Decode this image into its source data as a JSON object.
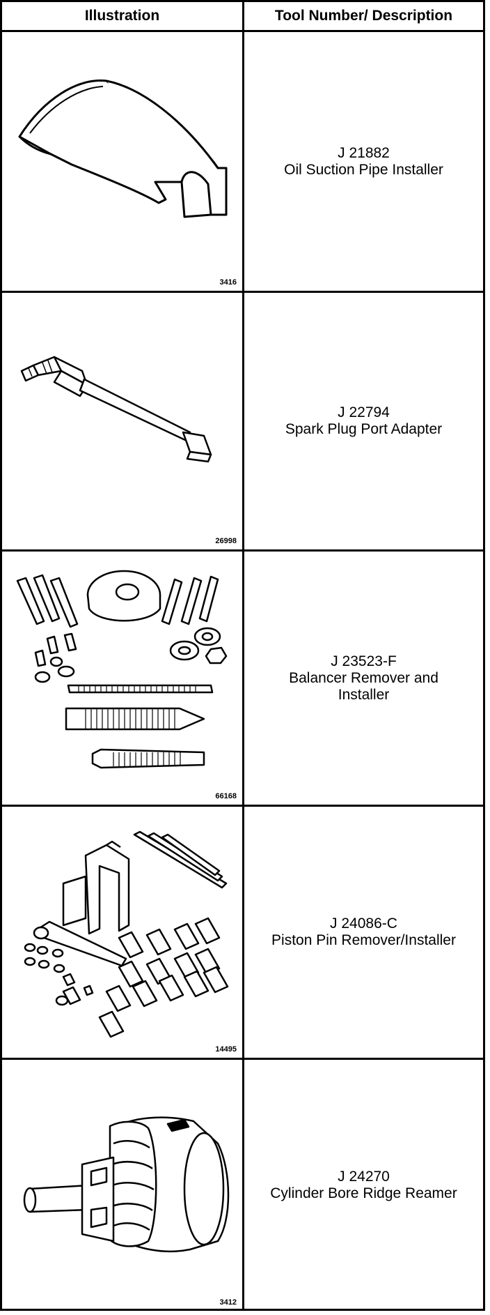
{
  "header": {
    "illustration": "Illustration",
    "tool": "Tool Number/ Description"
  },
  "rows": [
    {
      "fig": "3416",
      "number": "J 21882",
      "desc1": "Oil Suction Pipe Installer",
      "desc2": ""
    },
    {
      "fig": "26998",
      "number": "J 22794",
      "desc1": "Spark Plug Port Adapter",
      "desc2": ""
    },
    {
      "fig": "66168",
      "number": "J 23523-F",
      "desc1": "Balancer Remover and",
      "desc2": "Installer"
    },
    {
      "fig": "14495",
      "number": "J 24086-C",
      "desc1": "Piston Pin Remover/Installer",
      "desc2": ""
    },
    {
      "fig": "3412",
      "number": "J 24270",
      "desc1": "Cylinder Bore Ridge Reamer",
      "desc2": ""
    }
  ]
}
